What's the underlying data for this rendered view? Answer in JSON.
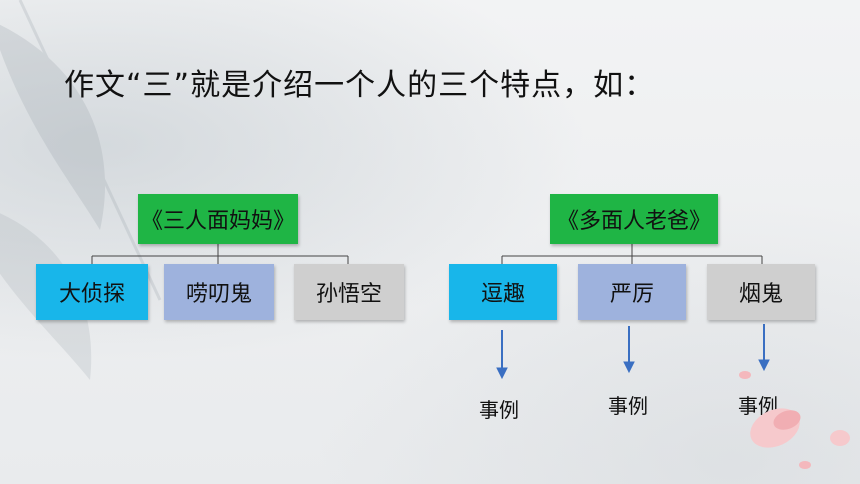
{
  "title": "作文“三”就是介绍一个人的三个特点，如：",
  "tree_left": {
    "root": "《三人面妈妈》",
    "children": [
      "大侦探",
      "唠叨鬼",
      "孙悟空"
    ]
  },
  "tree_right": {
    "root": "《多面人老爸》",
    "children": [
      "逗趣",
      "严厉",
      "烟鬼"
    ],
    "examples": [
      "事例",
      "事例",
      "事例"
    ]
  },
  "colors": {
    "root": "#1fb545",
    "child_1": "#18b6ea",
    "child_2": "#9eb2dd",
    "child_3": "#cfcfcf",
    "arrow": "#3a6fc2"
  }
}
